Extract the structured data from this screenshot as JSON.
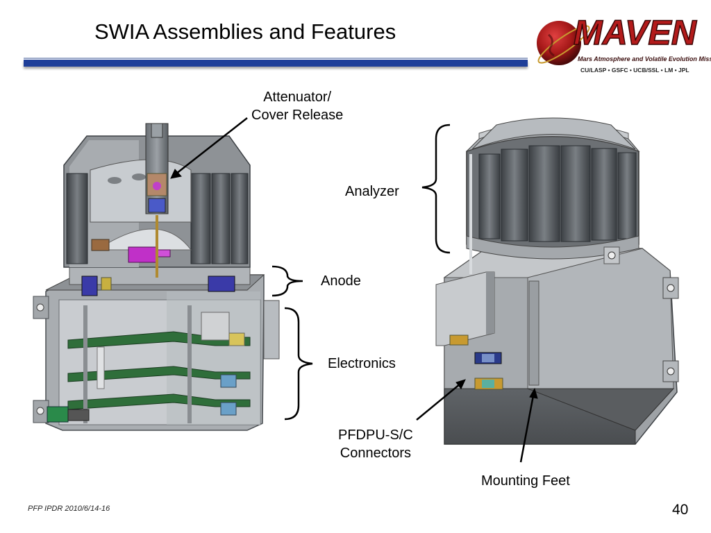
{
  "slide": {
    "title": "SWIA Assemblies and Features",
    "footer": "PFP IPDR 2010/6/14-16",
    "page_number": "40"
  },
  "logo": {
    "name": "MAVEN",
    "subtitle": "Mars Atmosphere and Volatile Evolution Mission",
    "partners": "CU/LASP • GSFC • UCB/SSL • LM • JPL",
    "colors": {
      "brand_red": "#b31b1b",
      "planet_dark": "#5a1010"
    }
  },
  "labels": {
    "attenuator_line1": "Attenuator/",
    "attenuator_line2": "Cover Release",
    "analyzer": "Analyzer",
    "anode": "Anode",
    "electronics": "Electronics",
    "connectors_line1": "PFDPU-S/C",
    "connectors_line2": "Connectors",
    "mounting_feet": "Mounting Feet"
  },
  "colors": {
    "title_bar": "#1f3f99"
  }
}
